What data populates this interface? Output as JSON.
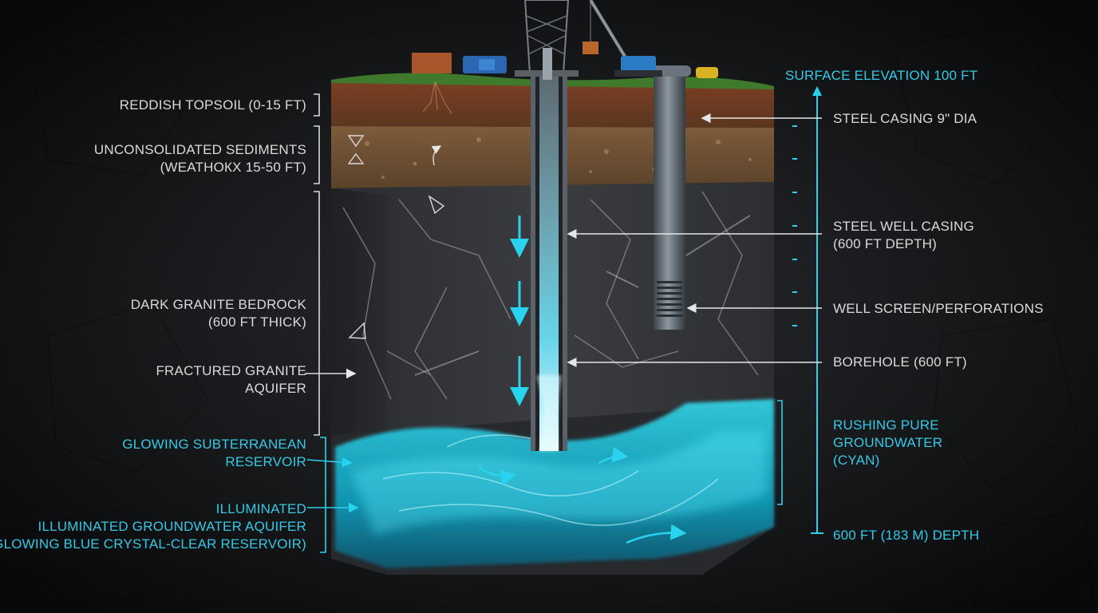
{
  "colors": {
    "background": "#0c0d0f",
    "label_text": "#d9dadc",
    "accent_cyan": "#35c9e6",
    "topsoil": "#6e3a22",
    "sediment": "#7a5a38",
    "granite": "#2f3134",
    "water": "#20d4ee"
  },
  "icons": [
    "drilling-rig-icon",
    "crane-icon",
    "equipment-icons"
  ],
  "labels_left": {
    "topsoil": {
      "line1": "REDDISH TOPSOIL (0-15 FT)"
    },
    "sediments": {
      "line1": "UNCONSOLIDATED SEDIMENTS",
      "line2": "(WEATHOКX 15-50 FT)"
    },
    "bedrock": {
      "line1": "DARK GRANITE BEDROCK",
      "line2": "(600 FT THICK)"
    },
    "fractured": {
      "line1": "FRACTURED GRANITE",
      "line2": "AQUIFER"
    },
    "reservoir": {
      "line1": "GLOWING SUBTERRANEAN",
      "line2": "RESERVOIR"
    },
    "illuminated": {
      "line1": "ILLUMINATED",
      "line2": "ILLUMINATED GROUNDWATER AQUIFER",
      "line3": "(GLOWING BLUE CRYSTAL-CLEAR RESERVOIR)"
    }
  },
  "labels_right": {
    "surface": {
      "line1": "SURFACE ELEVATION 100 FT"
    },
    "steel_casing_dia": {
      "line1": "STEEL CASING 9\" DIA"
    },
    "well_casing": {
      "line1": "STEEL WELL CASING",
      "line2": "(600 FT DEPTH)"
    },
    "screen": {
      "line1": "WELL SCREEN/PERFORATIONS"
    },
    "borehole": {
      "line1": "BOREHOLE (600 FT)"
    },
    "groundwater": {
      "line1": "RUSHING PURE",
      "line2": "GROUNDWATER",
      "line3": "(CYAN)"
    },
    "depth": {
      "line1": "600 FT (183 M) DEPTH"
    }
  }
}
